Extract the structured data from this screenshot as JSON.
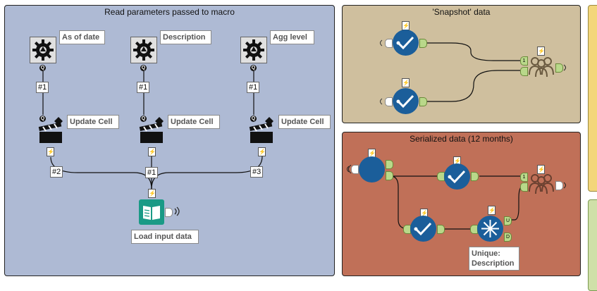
{
  "containers": {
    "read_params": {
      "title": "Read parameters passed to macro"
    },
    "snapshot": {
      "title": "'Snapshot' data"
    },
    "serialized": {
      "title": "Serialized data (12 months)"
    }
  },
  "read_params": {
    "inputs": [
      {
        "label": "As of date",
        "link": "#1"
      },
      {
        "label": "Description",
        "link": "#1"
      },
      {
        "label": "Agg level",
        "link": "#1"
      }
    ],
    "update_cells": [
      {
        "label": "Update Cell",
        "link": "#2"
      },
      {
        "label": "Update Cell",
        "link": "#1"
      },
      {
        "label": "Update Cell",
        "link": "#3"
      }
    ],
    "load_input": {
      "label": "Load input data"
    }
  },
  "serialized": {
    "unique_label": "Unique:\nDescription",
    "unique_anchors": {
      "top": "U",
      "bottom": "D"
    }
  },
  "union_anchor_label": "1",
  "bolt_glyph": "⚡",
  "colors": {
    "read_params_bg": "#aebad4",
    "snapshot_bg": "#cfbf9e",
    "serialized_bg": "#c07058",
    "yellow_bg": "#f3d67a",
    "green_bg": "#cfe0a8",
    "tool_blue": "#1b5e9a",
    "teal": "#1a9a86"
  }
}
